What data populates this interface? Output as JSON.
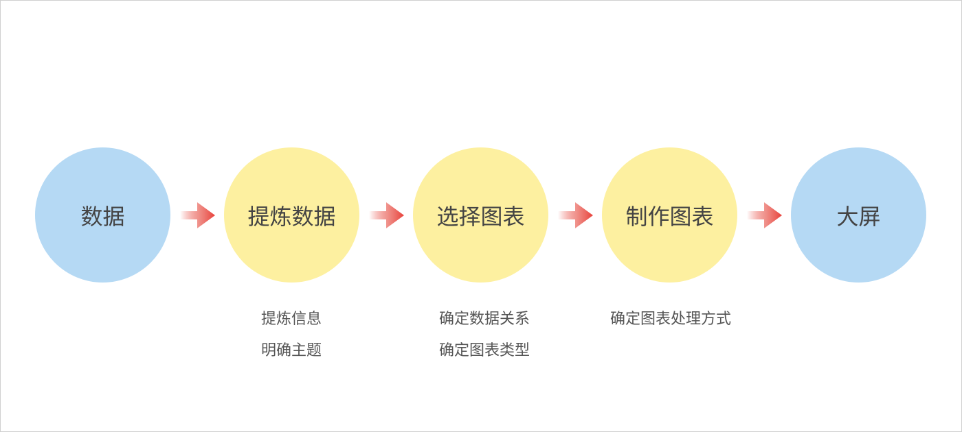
{
  "steps": [
    {
      "label": "数据",
      "color": "#b5d9f4",
      "notes": []
    },
    {
      "label": "提炼数据",
      "color": "#fdf0a0",
      "notes": [
        "提炼信息",
        "明确主题"
      ]
    },
    {
      "label": "选择图表",
      "color": "#fdf0a0",
      "notes": [
        "确定数据关系",
        "确定图表类型"
      ]
    },
    {
      "label": "制作图表",
      "color": "#fdf0a0",
      "notes": [
        "确定图表处理方式"
      ]
    },
    {
      "label": "大屏",
      "color": "#b5d9f4",
      "notes": []
    }
  ],
  "arrow_color": "#e8413a"
}
